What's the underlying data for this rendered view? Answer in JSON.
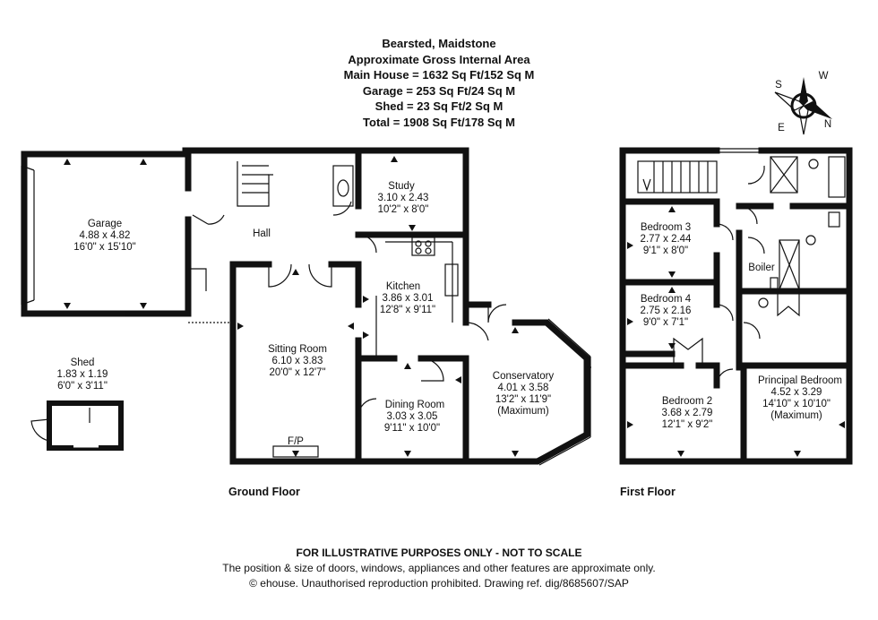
{
  "header": {
    "lines": [
      "Bearsted, Maidstone",
      "Approximate Gross Internal Area",
      "Main House = 1632 Sq Ft/152 Sq M",
      "Garage = 253 Sq Ft/24 Sq M",
      "Shed = 23 Sq Ft/2 Sq M",
      "Total = 1908 Sq Ft/178 Sq M"
    ]
  },
  "compass": {
    "s": "S",
    "w": "W",
    "e": "E",
    "n": "N"
  },
  "ground_floor": {
    "caption": "Ground Floor",
    "garage": {
      "name": "Garage",
      "metric": "4.88 x 4.82",
      "imperial": "16'0\" x 15'10\""
    },
    "hall": {
      "name": "Hall"
    },
    "study": {
      "name": "Study",
      "metric": "3.10 x 2.43",
      "imperial": "10'2\" x 8'0\""
    },
    "kitchen": {
      "name": "Kitchen",
      "metric": "3.86 x 3.01",
      "imperial": "12'8\" x 9'11\""
    },
    "sitting": {
      "name": "Sitting Room",
      "metric": "6.10 x 3.83",
      "imperial": "20'0\" x 12'7\""
    },
    "fp": "F/P",
    "dining": {
      "name": "Dining Room",
      "metric": "3.03 x 3.05",
      "imperial": "9'11\" x 10'0\""
    },
    "conservatory": {
      "name": "Conservatory",
      "metric": "4.01 x 3.58",
      "imperial": "13'2\" x 11'9\"",
      "note": "(Maximum)"
    },
    "shed": {
      "name": "Shed",
      "metric": "1.83 x 1.19",
      "imperial": "6'0\" x 3'11\""
    }
  },
  "first_floor": {
    "caption": "First Floor",
    "bedroom3": {
      "name": "Bedroom 3",
      "metric": "2.77 x 2.44",
      "imperial": "9'1\" x 8'0\""
    },
    "bedroom4": {
      "name": "Bedroom 4",
      "metric": "2.75 x 2.16",
      "imperial": "9'0\" x 7'1\""
    },
    "bedroom2": {
      "name": "Bedroom 2",
      "metric": "3.68 x 2.79",
      "imperial": "12'1\" x 9'2\""
    },
    "boiler": "Boiler",
    "principal": {
      "name": "Principal Bedroom",
      "metric": "4.52 x 3.29",
      "imperial": "14'10\" x 10'10\"",
      "note": "(Maximum)"
    }
  },
  "footer": {
    "line1": "FOR ILLUSTRATIVE PURPOSES ONLY - NOT TO SCALE",
    "line2": "The position & size of doors, windows, appliances and other features are approximate only.",
    "line3": "© ehouse. Unauthorised reproduction prohibited. Drawing ref. dig/8685607/SAP"
  }
}
